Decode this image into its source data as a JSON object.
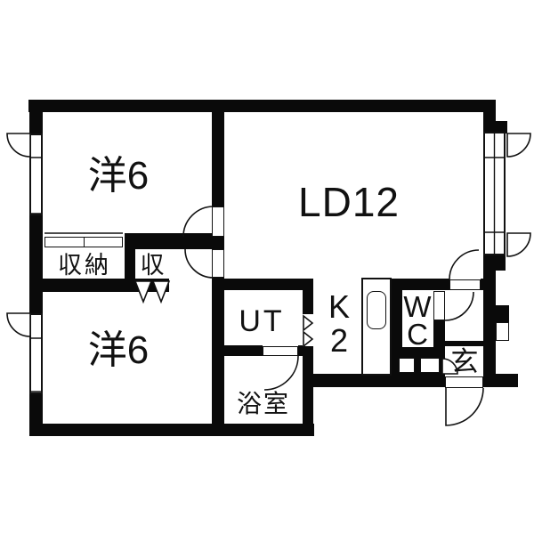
{
  "title": "apartment-floor-plan",
  "colors": {
    "wall": "#0a0a0a",
    "line": "#111111",
    "background": "#ffffff"
  },
  "rooms": [
    {
      "id": "bedroom-top",
      "label": "洋6"
    },
    {
      "id": "living-dining",
      "label": "LD12"
    },
    {
      "id": "closet-main",
      "label": "収納"
    },
    {
      "id": "closet-small",
      "label": "収"
    },
    {
      "id": "bedroom-bottom",
      "label": "洋6"
    },
    {
      "id": "utility",
      "label": "UT"
    },
    {
      "id": "kitchen",
      "label": "K\n2"
    },
    {
      "id": "toilet",
      "label": "W\nC"
    },
    {
      "id": "bathroom",
      "label": "浴室"
    },
    {
      "id": "entry",
      "label": "玄"
    }
  ]
}
